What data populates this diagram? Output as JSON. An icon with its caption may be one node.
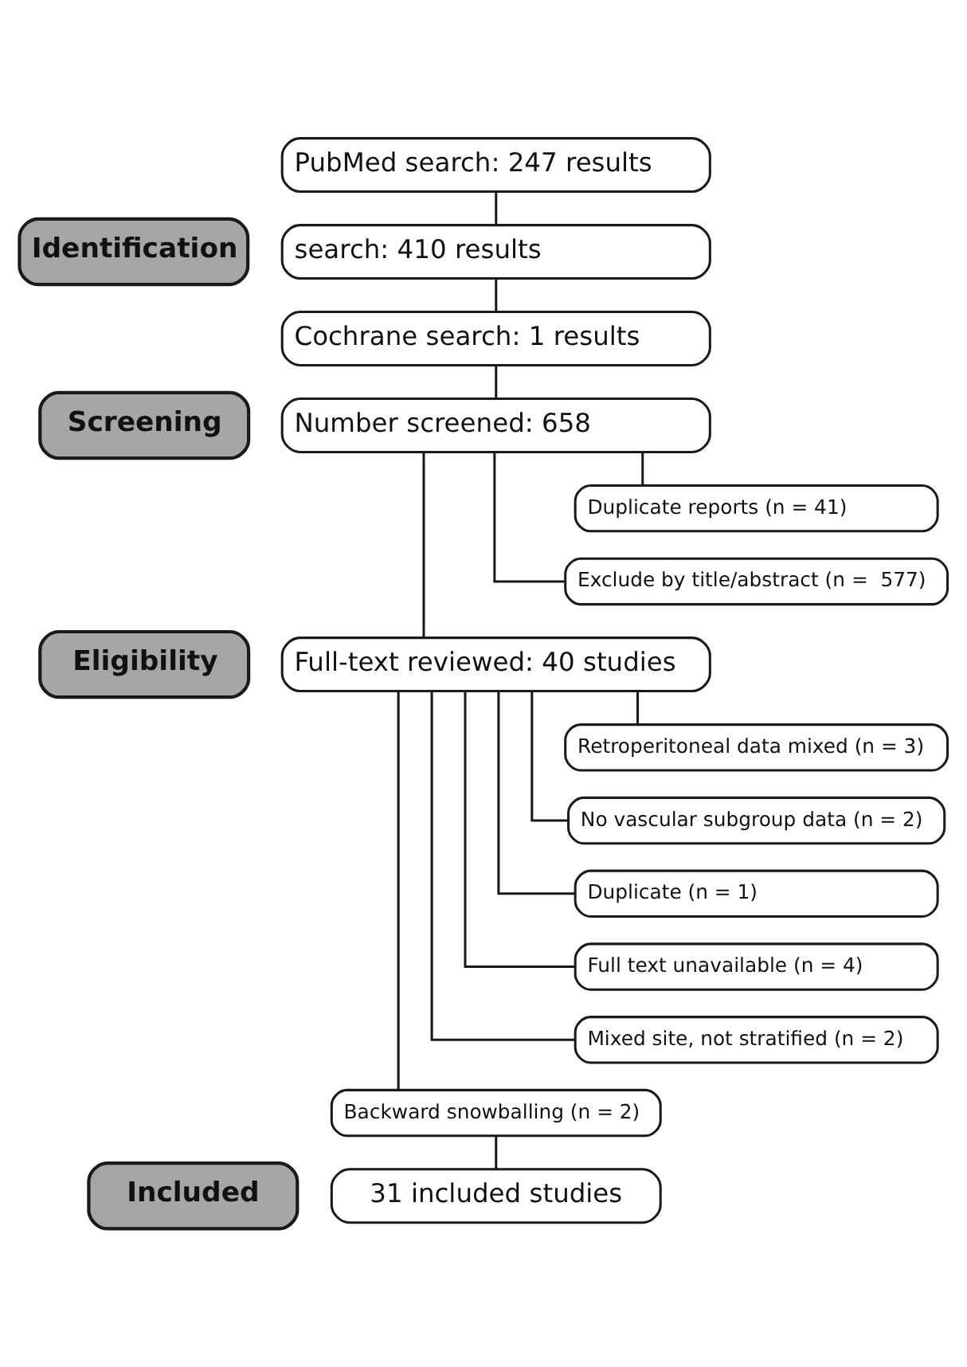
{
  "diagram": {
    "nodes": [
      {
        "text": [
          "Identification"
        ]
      },
      {
        "text": [
          "PubMed search: 247 results"
        ]
      },
      {
        "text": [
          "search: 410 results"
        ]
      },
      {
        "text": [
          "Cochrane search: 1 results"
        ]
      },
      {
        "text": [
          "Screening"
        ]
      },
      {
        "text": [
          "Number screened: 658"
        ]
      },
      {
        "text": [
          "Duplicate reports (n = 41)"
        ]
      },
      {
        "text": [
          "Exclude by title/abstract (n =  577)"
        ]
      },
      {
        "text": [
          "Eligibility"
        ]
      },
      {
        "text": [
          "Full-text reviewed: 40 studies"
        ]
      },
      {
        "text": [
          "Retroperitoneal data mixed (n = 3)"
        ]
      },
      {
        "text": [
          "No vascular subgroup data (n = 2)"
        ]
      },
      {
        "text": [
          "Duplicate (n = 1)"
        ]
      },
      {
        "text": [
          "Full text unavailable (n = 4)"
        ]
      },
      {
        "text": [
          "Mixed site, not stratified (n = 2)"
        ]
      },
      {
        "text": [
          "Backward snowballing (n = 2)"
        ]
      },
      {
        "text": [
          "Included"
        ]
      },
      {
        "text": [
          "31 included studies"
        ]
      }
    ],
    "edges": [
      {
        "from": 1,
        "to": 2,
        "arrow": "none"
      },
      {
        "from": 2,
        "to": 3,
        "arrow": "none"
      },
      {
        "from": 3,
        "to": 5,
        "arrow": "none"
      },
      {
        "from": 5,
        "to": 6,
        "arrow": "none"
      },
      {
        "from": 5,
        "to": 7,
        "arrow": "none"
      },
      {
        "from": 5,
        "to": 9,
        "arrow": "none"
      },
      {
        "from": 9,
        "to": 10,
        "arrow": "none"
      },
      {
        "from": 9,
        "to": 11,
        "arrow": "none"
      },
      {
        "from": 9,
        "to": 12,
        "arrow": "none"
      },
      {
        "from": 9,
        "to": 13,
        "arrow": "none"
      },
      {
        "from": 9,
        "to": 14,
        "arrow": "none"
      },
      {
        "from": 9,
        "to": 15,
        "arrow": "none"
      },
      {
        "from": 15,
        "to": 17,
        "arrow": "none"
      }
    ]
  }
}
